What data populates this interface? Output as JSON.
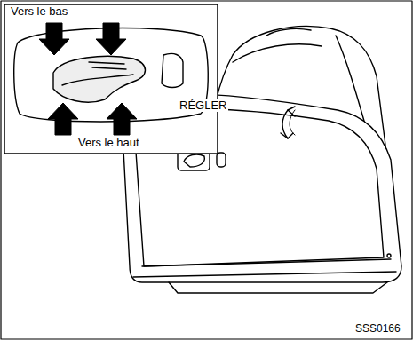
{
  "diagram": {
    "labels": [
      "Vers le bas",
      "Vers le haut",
      "RÉGLER",
      "SSS0166"
    ]
  }
}
